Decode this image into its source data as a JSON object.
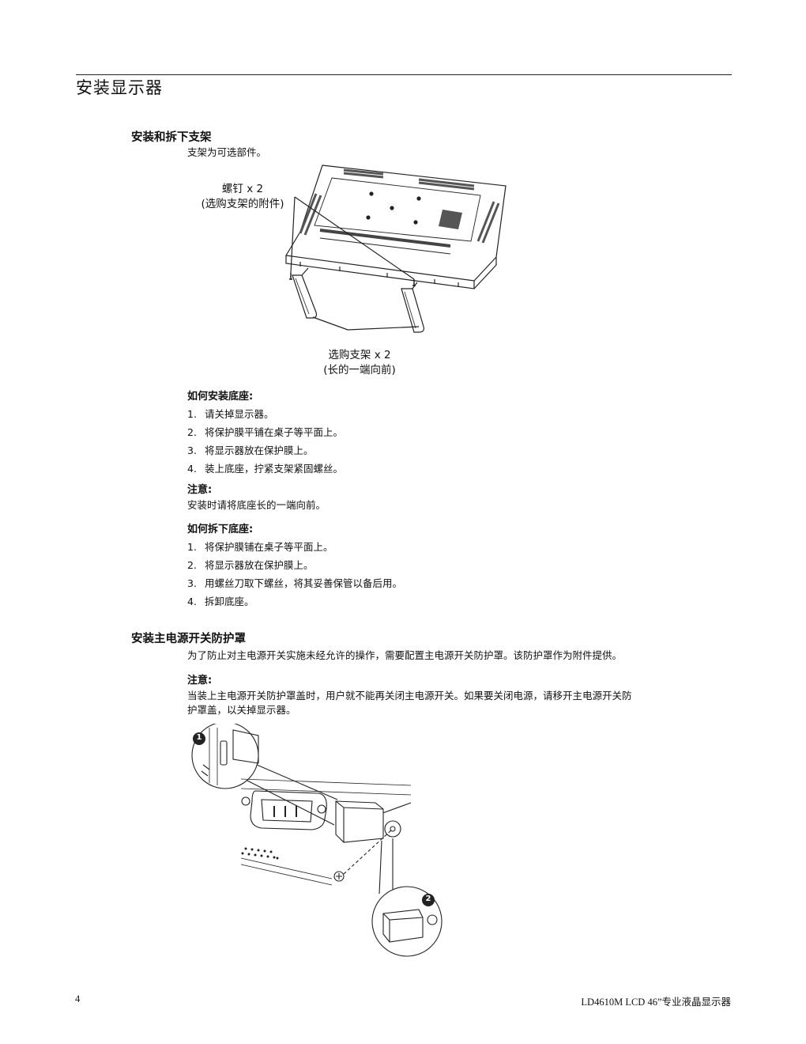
{
  "page": {
    "title": "安装显示器",
    "page_number": "4",
    "footer_text": "LD4610M LCD 46”专业液晶显示器"
  },
  "section_stand": {
    "heading": "安装和拆下支架",
    "intro": "支架为可选部件。",
    "figure": {
      "label_screws_line1": "螺钉 x 2",
      "label_screws_line2": "(选购支架的附件)",
      "label_stands_line1": "选购支架 x 2",
      "label_stands_line2": "(长的一端向前)"
    },
    "install": {
      "heading": "如何安装底座:",
      "steps": [
        {
          "num": "1.",
          "text": "请关掉显示器。"
        },
        {
          "num": "2.",
          "text": "将保护膜平铺在桌子等平面上。"
        },
        {
          "num": "3.",
          "text": "将显示器放在保护膜上。"
        },
        {
          "num": "4.",
          "text": "装上底座，拧紧支架紧固螺丝。"
        }
      ]
    },
    "note": {
      "heading": "注意:",
      "text": "安装时请将底座长的一端向前。"
    },
    "remove": {
      "heading": "如何拆下底座:",
      "steps": [
        {
          "num": "1.",
          "text": "将保护膜铺在桌子等平面上。"
        },
        {
          "num": "2.",
          "text": "将显示器放在保护膜上。"
        },
        {
          "num": "3.",
          "text": "用螺丝刀取下螺丝，将其妥善保管以备后用。"
        },
        {
          "num": "4.",
          "text": "拆卸底座。"
        }
      ]
    }
  },
  "section_cover": {
    "heading": "安装主电源开关防护罩",
    "intro": "为了防止对主电源开关实施未经允许的操作，需要配置主电源开关防护罩。该防护罩作为附件提供。",
    "note_heading": "注意:",
    "note_line1": "当装上主电源开关防护罩盖时，用户就不能再关闭主电源开关。如果要关闭电源，请移开主电源开关防",
    "note_line2": "护罩盖，以关掉显示器。",
    "callouts": [
      "1",
      "2"
    ]
  }
}
